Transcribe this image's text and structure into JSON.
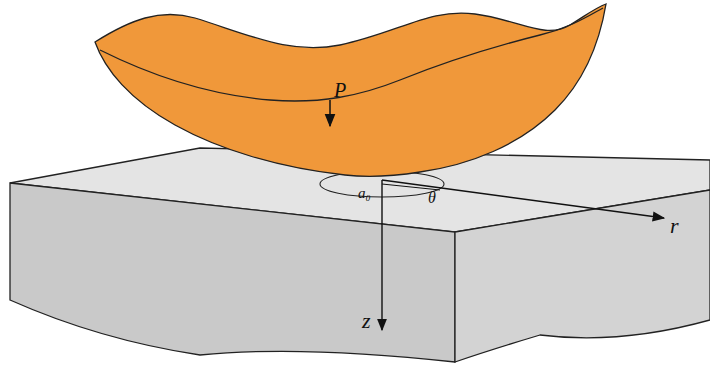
{
  "diagram": {
    "labels": [
      "P",
      "a₀",
      "θ",
      "r",
      "z"
    ]
  }
}
